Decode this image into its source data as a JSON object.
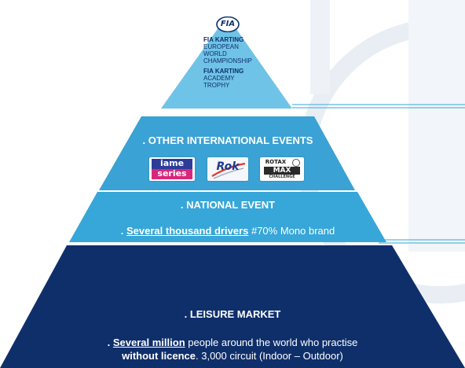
{
  "top_tier": {
    "fia_logo_text": "FIA",
    "lines": [
      {
        "text": "FIA KARTING",
        "bold": true
      },
      {
        "text": "EUROPEAN",
        "bold": false
      },
      {
        "text": "WORLD",
        "bold": false
      },
      {
        "text": "CHAMPIONSHIP",
        "bold": false
      },
      {
        "text": "FIA KARTING",
        "bold": true
      },
      {
        "text": "ACADEMY",
        "bold": false
      },
      {
        "text": "TROPHY",
        "bold": false
      }
    ]
  },
  "tier2": {
    "title": ". OTHER INTERNATIONAL EVENTS",
    "logos": {
      "iame_line1": "iame",
      "iame_line2": "series",
      "rok_text": "Rok",
      "rotax_text": "ROTAX",
      "max_text": "MAX",
      "challenge_text": "CHALLENGE"
    }
  },
  "tier3": {
    "title": ". NATIONAL EVENT",
    "prefix": ". ",
    "highlight": "Several thousand drivers",
    "suffix": " #70% Mono brand"
  },
  "tier4": {
    "title": ". LEISURE MARKET",
    "line1_prefix": ". ",
    "line1_highlight": "Several million",
    "line1_rest": " people around the world who practise",
    "line2_bold": "without licence",
    "line2_rest": ". 3,000 circuit (Indoor – Outdoor)"
  },
  "colors": {
    "top": "#6fc3e6",
    "tier2": "#3aa2d4",
    "tier3": "#37a6d8",
    "tier4": "#0f2f6b",
    "dark_text": "#0d2f6e",
    "background_decor": "#e9eef4"
  }
}
